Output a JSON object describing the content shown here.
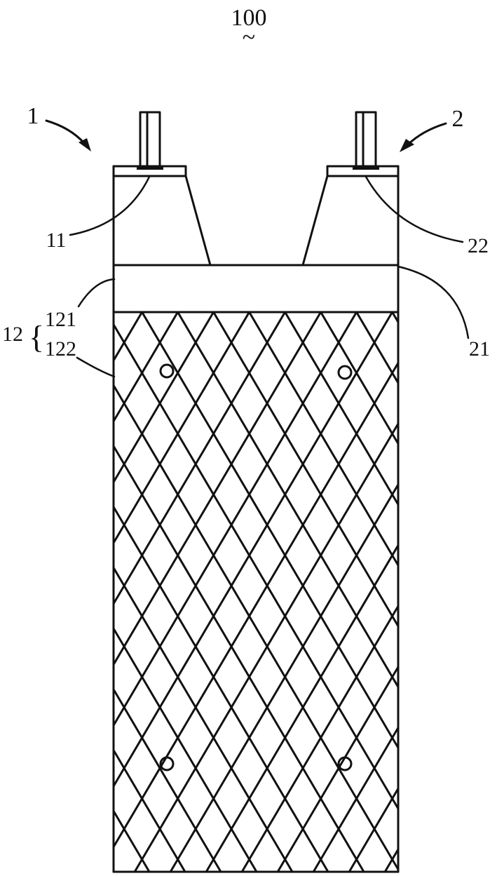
{
  "figure": {
    "title_ref": "100",
    "title_tilde": "~",
    "colors": {
      "ink": "#111111",
      "background": "#ffffff"
    },
    "callouts": {
      "part_1": "1",
      "part_2": "2",
      "part_11": "11",
      "part_22": "22",
      "part_21": "21",
      "part_12": "12",
      "part_121": "121",
      "part_122": "122",
      "brace": "{"
    }
  }
}
